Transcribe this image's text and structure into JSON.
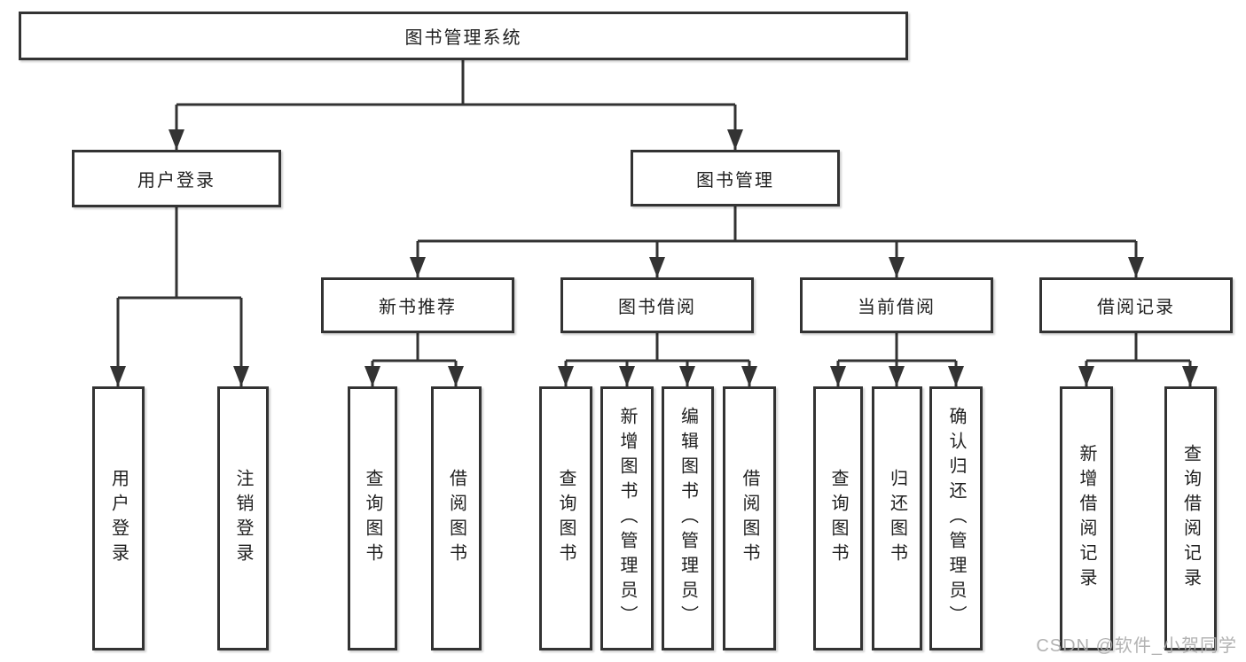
{
  "diagram": {
    "title": "图书管理系统",
    "level2": [
      {
        "label": "用户登录"
      },
      {
        "label": "图书管理"
      }
    ],
    "level3": [
      {
        "label": "新书推荐",
        "parent": "图书管理"
      },
      {
        "label": "图书借阅",
        "parent": "图书管理"
      },
      {
        "label": "当前借阅",
        "parent": "图书管理"
      },
      {
        "label": "借阅记录",
        "parent": "图书管理"
      }
    ],
    "leaves": [
      {
        "label": "用户登录",
        "parent": "用户登录"
      },
      {
        "label": "注销登录",
        "parent": "用户登录"
      },
      {
        "label": "查询图书",
        "parent": "新书推荐"
      },
      {
        "label": "借阅图书",
        "parent": "新书推荐"
      },
      {
        "label": "查询图书",
        "parent": "图书借阅"
      },
      {
        "label": "新增图书（管理员）",
        "parent": "图书借阅"
      },
      {
        "label": "编辑图书（管理员）",
        "parent": "图书借阅"
      },
      {
        "label": "借阅图书",
        "parent": "图书借阅"
      },
      {
        "label": "查询图书",
        "parent": "当前借阅"
      },
      {
        "label": "归还图书",
        "parent": "当前借阅"
      },
      {
        "label": "确认归还（管理员）",
        "parent": "当前借阅"
      },
      {
        "label": "新增借阅记录",
        "parent": "借阅记录"
      },
      {
        "label": "查询借阅记录",
        "parent": "借阅记录"
      }
    ],
    "colors": {
      "line": "#333333",
      "box_border": "#333333",
      "background": "#ffffff",
      "watermark": "#aaaaaa"
    }
  },
  "watermark": "CSDN @软件_小贺同学"
}
